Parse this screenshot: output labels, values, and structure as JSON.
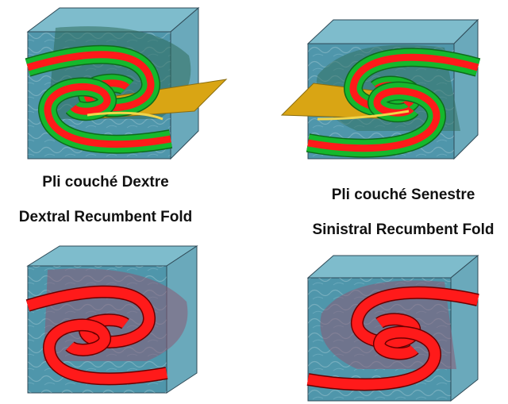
{
  "captions": {
    "dextral_fr": "Pli couché Dextre",
    "dextral_en": "Dextral Recumbent Fold",
    "sinistral_fr": "Pli couché Senestre",
    "sinistral_en": "Sinistral Recumbent Fold"
  },
  "colors": {
    "block_face": "#4f96ab",
    "block_side": "#6aa9bb",
    "block_top": "#7ebccc",
    "block_edge": "#2f4a57",
    "axial_plane": "#2f6e5c",
    "axial_plane_red": "#8a5a74",
    "layer_red": "#ff1a1a",
    "layer_green": "#15b82c",
    "fault_plane": "#d9a514"
  },
  "icons": {
    "model_1": "dextral-recumbent-fold-layered",
    "model_2": "sinistral-recumbent-fold-layered",
    "model_3": "dextral-recumbent-fold-single",
    "model_4": "sinistral-recumbent-fold-single"
  }
}
